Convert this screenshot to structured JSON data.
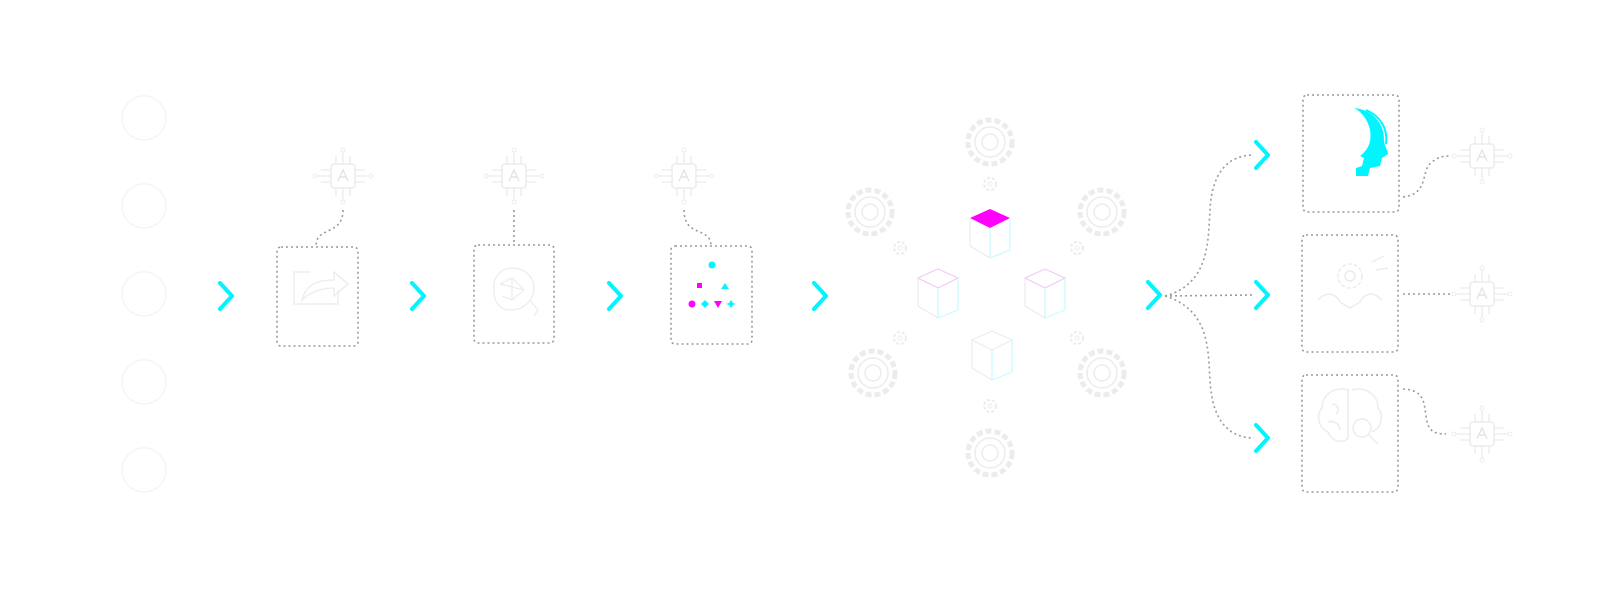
{
  "diagram": {
    "background": "#ffffff",
    "accent_cyan": "#00f5ff",
    "accent_magenta": "#ff00ff",
    "faint_line": "#ececec",
    "dotted_line": "#9a9a9a",
    "input_nodes": [
      {
        "icon": "faint-circle"
      },
      {
        "icon": "faint-circle"
      },
      {
        "icon": "faint-circle"
      },
      {
        "icon": "faint-circle"
      },
      {
        "icon": "faint-circle"
      }
    ],
    "stages": [
      {
        "icon": "share-export-icon",
        "chip": "ai-chip-icon",
        "connector": "curved"
      },
      {
        "icon": "brain-network-icon",
        "chip": "ai-chip-icon",
        "connector": "straight"
      },
      {
        "icon": "clustering-shapes-icon",
        "chip": "ai-chip-icon",
        "connector": "curved"
      }
    ],
    "model_hub": {
      "highlighted_cube": "top",
      "cubes": [
        "top",
        "left",
        "right",
        "bottom"
      ],
      "gears": 6
    },
    "outputs": [
      {
        "icon": "human-head-profile-icon",
        "highlighted": true,
        "chip": "ai-chip-icon"
      },
      {
        "icon": "gear-hands-icon",
        "highlighted": false,
        "chip": "ai-chip-icon"
      },
      {
        "icon": "brain-search-icon",
        "highlighted": false,
        "chip": "ai-chip-icon"
      }
    ]
  }
}
